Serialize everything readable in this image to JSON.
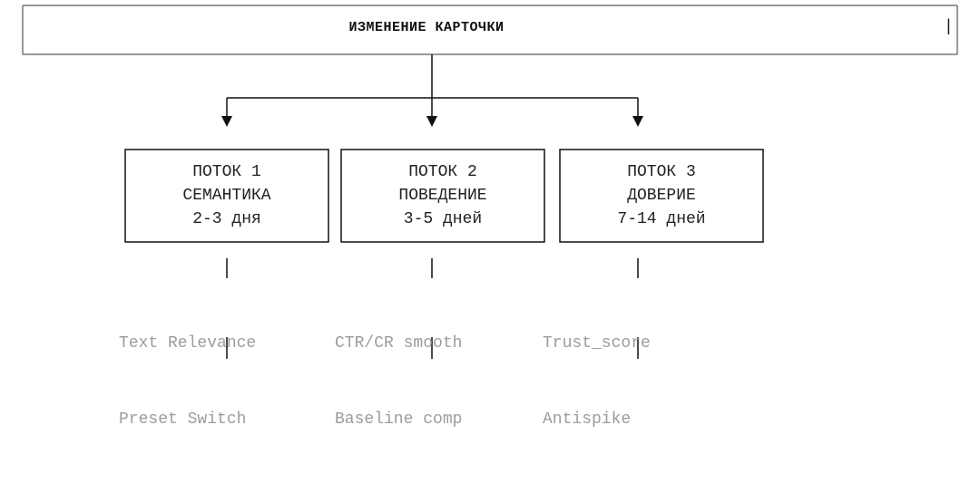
{
  "header": {
    "title": "ИЗМЕНЕНИЕ КАРТОЧКИ",
    "right_mark": "|"
  },
  "streams": [
    {
      "label": "ПОТОК 1",
      "name": "СЕМАНТИКА",
      "duration": "2-3 дня",
      "metrics": [
        "Text Relevance",
        "Preset Switch"
      ]
    },
    {
      "label": "ПОТОК 2",
      "name": "ПОВЕДЕНИЕ",
      "duration": "3-5 дней",
      "metrics": [
        "CTR/CR smooth",
        "Baseline comp"
      ]
    },
    {
      "label": "ПОТОК 3",
      "name": "ДОВЕРИЕ",
      "duration": "7-14 дней",
      "metrics": [
        "Trust_score",
        "Antispike"
      ]
    }
  ],
  "colors": {
    "ink": "#111111",
    "muted": "#9c9c9c"
  }
}
